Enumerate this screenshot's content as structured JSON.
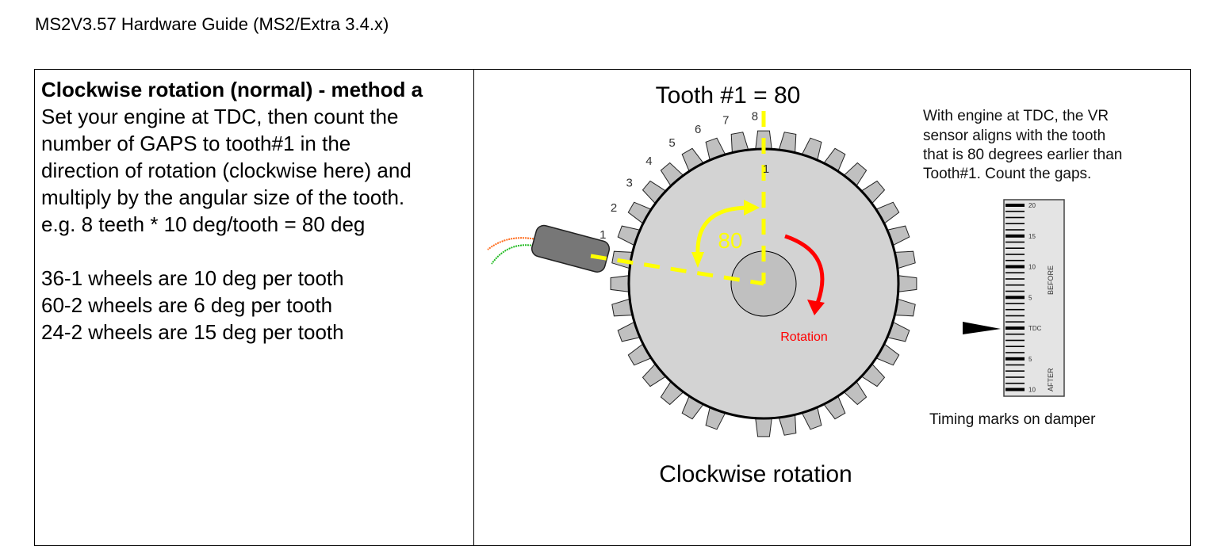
{
  "header": {
    "title": "MS2V3.57 Hardware Guide (MS2/Extra 3.4.x)"
  },
  "left": {
    "heading": "Clockwise rotation (normal) - method a",
    "body": [
      "Set your engine at TDC, then count the",
      "number of GAPS to tooth#1 in the",
      "direction of rotation (clockwise here) and",
      "multiply by the angular size of the tooth.",
      "e.g. 8 teeth * 10 deg/tooth = 80 deg"
    ],
    "notes": [
      "36-1 wheels are 10 deg per tooth",
      "60-2 wheels are 6 deg per tooth",
      "24-2 wheels are 15 deg per tooth"
    ]
  },
  "figure": {
    "title": "Tooth #1 = 80",
    "angle_label": "80",
    "rotation_label": "Rotation",
    "caption": "Clockwise rotation",
    "tooth1_label": "1",
    "gap_numbers": [
      "1",
      "2",
      "3",
      "4",
      "5",
      "6",
      "7",
      "8"
    ],
    "explanation": [
      "With engine at TDC, the VR",
      "sensor aligns with the tooth",
      "that is 80 degrees earlier than",
      "Tooth#1. Count the gaps."
    ],
    "damper_caption": "Timing marks on damper",
    "scale_labels": [
      "20",
      "15",
      "10",
      "5",
      "TDC",
      "5",
      "10"
    ],
    "before_label": "BEFORE",
    "after_label": "AFTER",
    "colors": {
      "yellow": "#ffff00",
      "red": "#ff0000",
      "wheel": "#d3d3d3",
      "tooth": "#c0c0c0"
    }
  }
}
